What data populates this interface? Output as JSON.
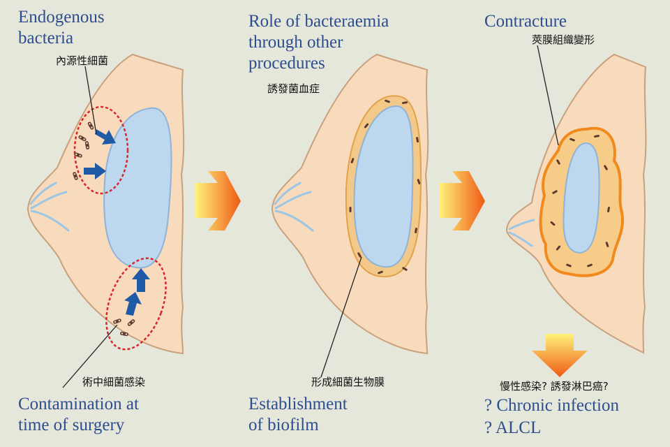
{
  "panels": [
    {
      "title_lines": [
        "Endogenous",
        "bacteria"
      ],
      "title_zh": "內源性細菌",
      "caption_zh": "術中細菌感染",
      "caption_lines": [
        "Contamination at",
        "time of surgery"
      ]
    },
    {
      "title_lines": [
        "Role of bacteraemia",
        "through other",
        "procedures"
      ],
      "title_zh": "誘發菌血症",
      "caption_zh": "形成細菌生物膜",
      "caption_lines": [
        "Establishment",
        "of biofilm"
      ]
    },
    {
      "title_lines": [
        "Contracture"
      ],
      "title_zh": "莢膜組織變形",
      "caption_zh": "慢性感染? 誘發淋巴癌?",
      "caption_lines": [
        "? Chronic infection",
        "? ALCL"
      ]
    }
  ],
  "colors": {
    "background": "#e5e7da",
    "text_blue": "#2d4d8f",
    "implant": "#bdd7ee",
    "skin": "#f8dbbd",
    "infection_ring": "#d8262b",
    "arrow_blue": "#1f5aa6"
  }
}
